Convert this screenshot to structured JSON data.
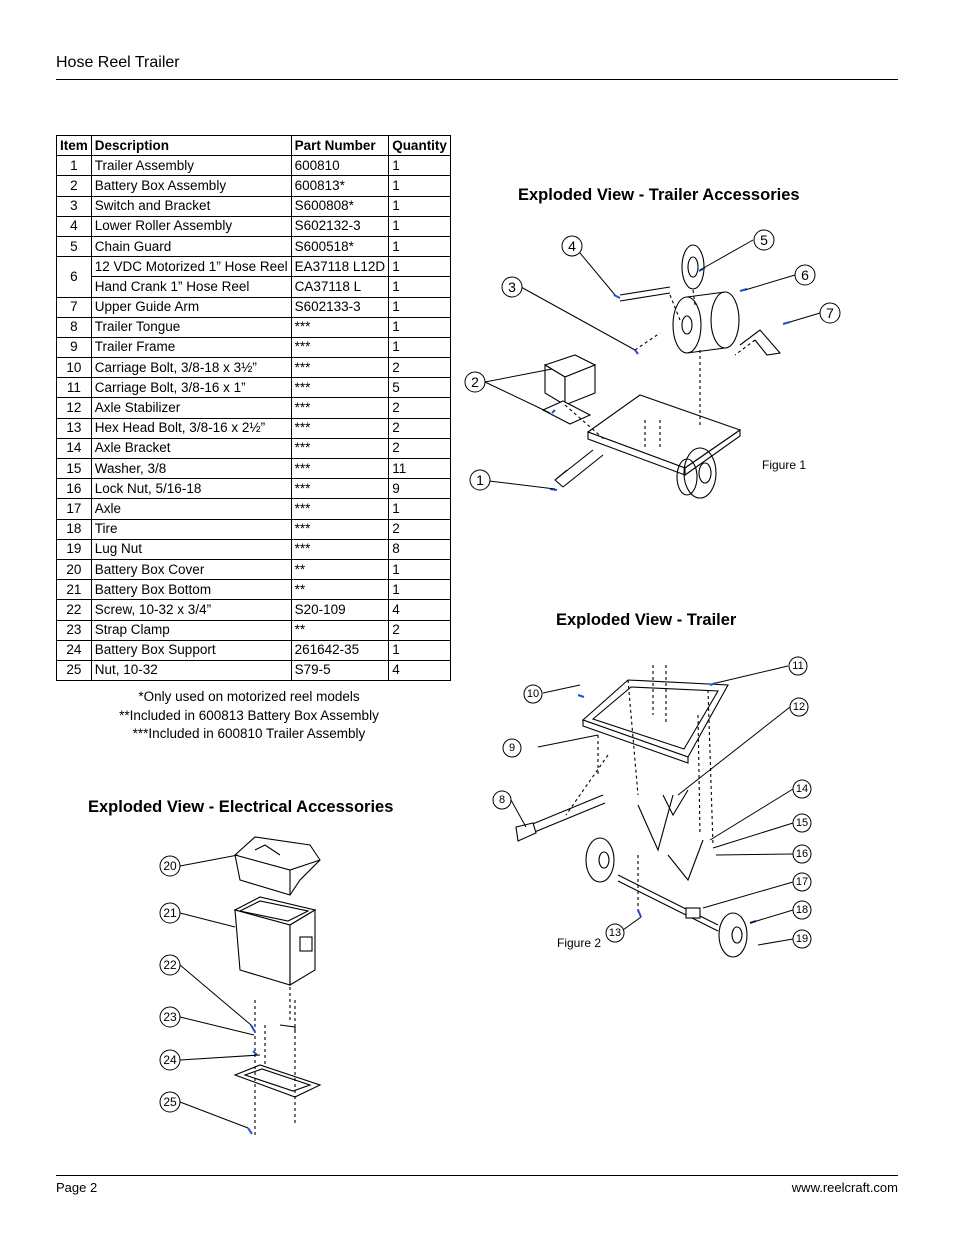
{
  "header": {
    "title": "Hose Reel Trailer"
  },
  "parts_table": {
    "headers": [
      "Item",
      "Description",
      "Part Number",
      "Quantity"
    ],
    "rows": [
      {
        "item": "1",
        "description": "Trailer Assembly",
        "part": "600810",
        "qty": "1"
      },
      {
        "item": "2",
        "description": "Battery Box Assembly",
        "part": "600813*",
        "qty": "1"
      },
      {
        "item": "3",
        "description": "Switch and Bracket",
        "part": "S600808*",
        "qty": "1"
      },
      {
        "item": "4",
        "description": "Lower Roller Assembly",
        "part": "S602132-3",
        "qty": "1"
      },
      {
        "item": "5",
        "description": "Chain Guard",
        "part": "S600518*",
        "qty": "1"
      },
      {
        "item": "6",
        "description": "12 VDC Motorized 1” Hose Reel",
        "part": "EA37118 L12D",
        "qty": "1"
      },
      {
        "item": "",
        "description": "Hand Crank 1” Hose Reel",
        "part": "CA37118 L",
        "qty": "1"
      },
      {
        "item": "7",
        "description": "Upper Guide Arm",
        "part": "S602133-3",
        "qty": "1"
      },
      {
        "item": "8",
        "description": "Trailer Tongue",
        "part": "***",
        "qty": "1"
      },
      {
        "item": "9",
        "description": "Trailer Frame",
        "part": "***",
        "qty": "1"
      },
      {
        "item": "10",
        "description": "Carriage Bolt, 3/8-18 x 3½”",
        "part": "***",
        "qty": "2"
      },
      {
        "item": "11",
        "description": "Carriage Bolt, 3/8-16 x 1”",
        "part": "***",
        "qty": "5"
      },
      {
        "item": "12",
        "description": "Axle Stabilizer",
        "part": "***",
        "qty": "2"
      },
      {
        "item": "13",
        "description": "Hex Head Bolt, 3/8-16 x 2½”",
        "part": "***",
        "qty": "2"
      },
      {
        "item": "14",
        "description": "Axle Bracket",
        "part": "***",
        "qty": "2"
      },
      {
        "item": "15",
        "description": "Washer, 3/8",
        "part": "***",
        "qty": "11"
      },
      {
        "item": "16",
        "description": "Lock Nut, 5/16-18",
        "part": "***",
        "qty": "9"
      },
      {
        "item": "17",
        "description": "Axle",
        "part": "***",
        "qty": "1"
      },
      {
        "item": "18",
        "description": "Tire",
        "part": "***",
        "qty": "2"
      },
      {
        "item": "19",
        "description": "Lug Nut",
        "part": "***",
        "qty": "8"
      },
      {
        "item": "20",
        "description": "Battery Box Cover",
        "part": "**",
        "qty": "1"
      },
      {
        "item": "21",
        "description": "Battery Box Bottom",
        "part": "**",
        "qty": "1"
      },
      {
        "item": "22",
        "description": "Screw, 10-32 x 3/4”",
        "part": "S20-109",
        "qty": "4"
      },
      {
        "item": "23",
        "description": "Strap Clamp",
        "part": "**",
        "qty": "2"
      },
      {
        "item": "24",
        "description": "Battery Box Support",
        "part": "261642-35",
        "qty": "1"
      },
      {
        "item": "25",
        "description": "Nut, 10-32",
        "part": "S79-5",
        "qty": "4"
      }
    ]
  },
  "notes": [
    "*Only used on motorized reel models",
    "**Included in 600813 Battery Box Assembly",
    "***Included in 600810 Trailer Assembly"
  ],
  "sections": {
    "electrical": "Exploded View - Electrical Accessories",
    "trailer_accessories": "Exploded View - Trailer Accessories",
    "trailer": "Exploded View - Trailer"
  },
  "figures": {
    "figure1": "Figure 1",
    "figure2": "Figure 2"
  },
  "callouts": {
    "fig1": [
      "1",
      "2",
      "3",
      "4",
      "5",
      "6",
      "7"
    ],
    "fig2": [
      "8",
      "9",
      "10",
      "11",
      "12",
      "13",
      "14",
      "15",
      "16",
      "17",
      "18",
      "19"
    ],
    "elec": [
      "20",
      "21",
      "22",
      "23",
      "24",
      "25"
    ]
  },
  "footer": {
    "page": "Page 2",
    "url": "www.reelcraft.com"
  },
  "colors": {
    "accent_blue": "#1f4fd6"
  }
}
